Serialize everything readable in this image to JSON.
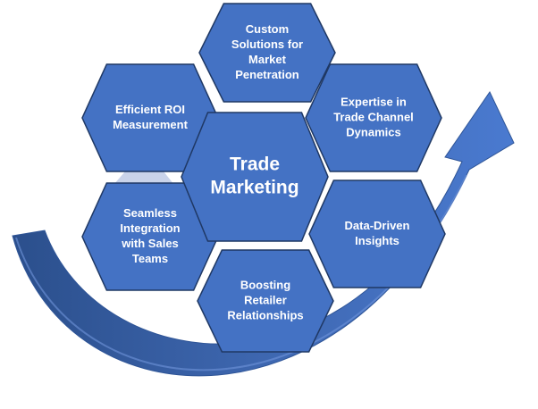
{
  "diagram": {
    "center": {
      "lines": [
        "Trade",
        "Marketing"
      ]
    },
    "hexagons": [
      {
        "id": "custom-solutions",
        "lines": [
          "Custom",
          "Solutions for",
          "Market",
          "Penetration"
        ]
      },
      {
        "id": "efficient-roi",
        "lines": [
          "Efficient ROI",
          "Measurement"
        ]
      },
      {
        "id": "expertise-trade-channel",
        "lines": [
          "Expertise in",
          "Trade Channel",
          "Dynamics"
        ]
      },
      {
        "id": "seamless-integration",
        "lines": [
          "Seamless",
          "Integration",
          "with Sales",
          "Teams"
        ]
      },
      {
        "id": "data-driven-insights",
        "lines": [
          "Data-Driven",
          "Insights"
        ]
      },
      {
        "id": "boosting-retailer",
        "lines": [
          "Boosting",
          "Retailer",
          "Relationships"
        ]
      }
    ],
    "colors": {
      "hex_fill": "#4472c4",
      "hex_stroke": "#1f3864",
      "arrow_light": "#5b84cf",
      "arrow_dark": "#2f5597",
      "connector": "#c9d3ea",
      "text": "#ffffff"
    }
  }
}
